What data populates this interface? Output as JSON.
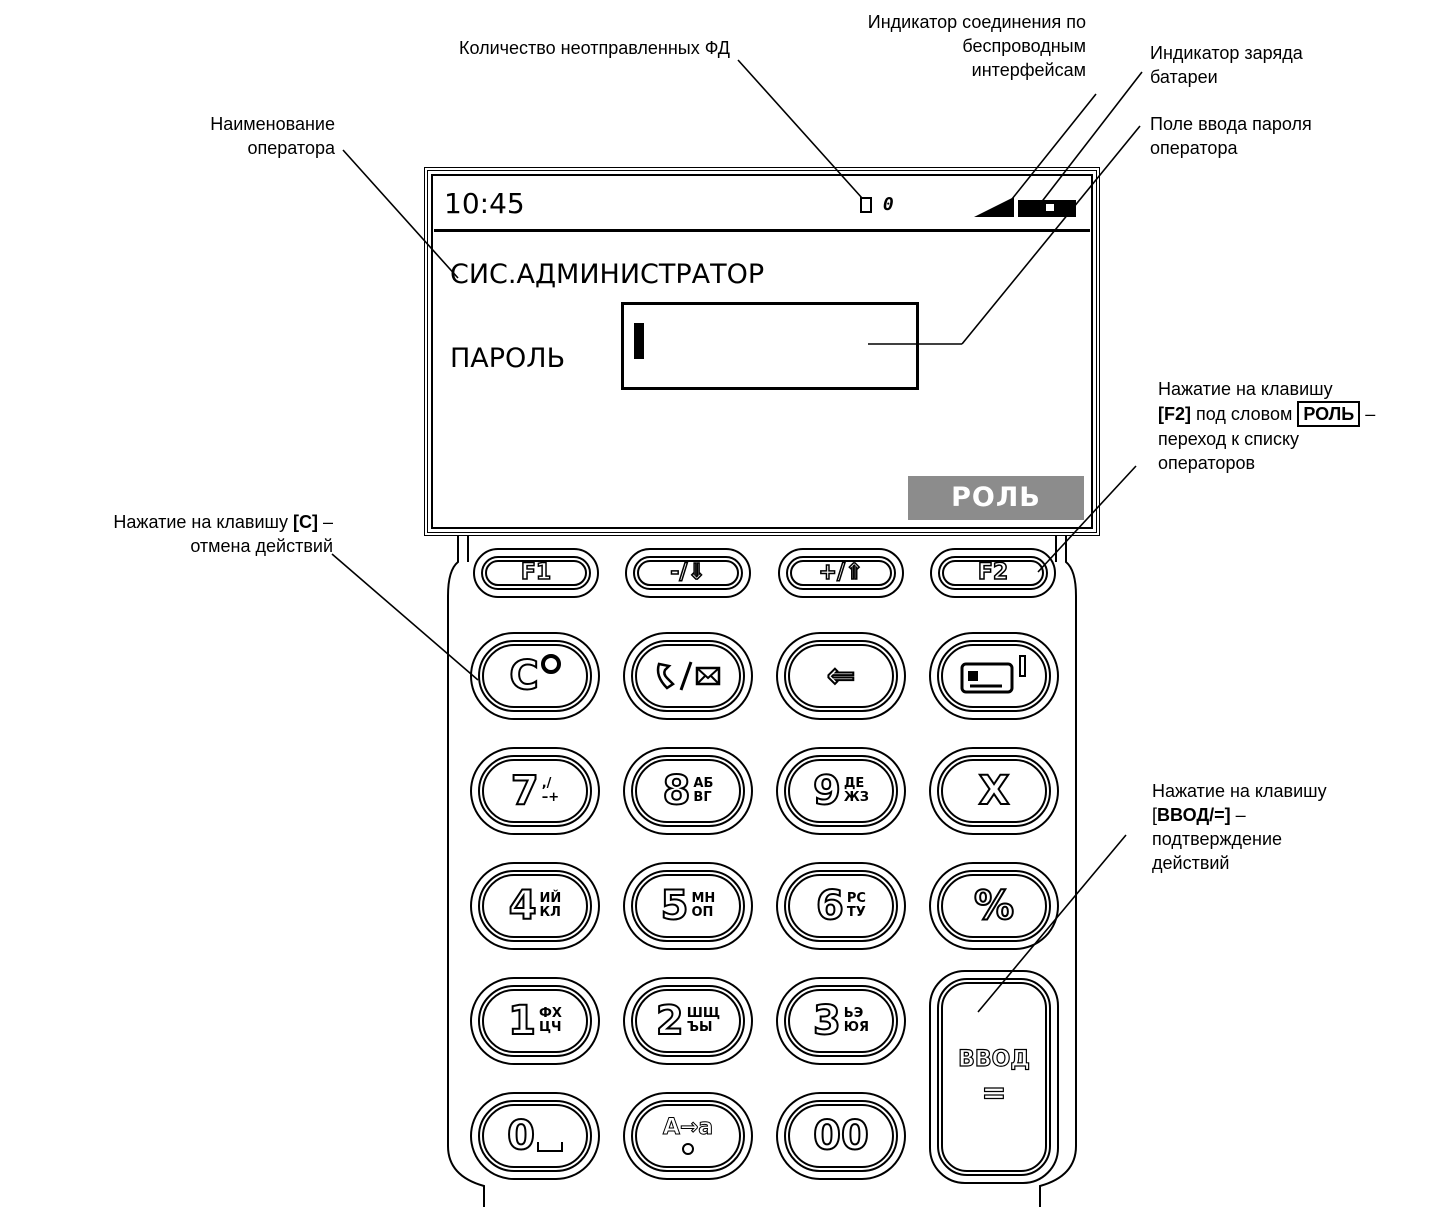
{
  "callouts": {
    "unsent_fd": "Количество неотправленных ФД",
    "wireless_1": "Индикатор соединения по",
    "wireless_2": "беспроводным",
    "wireless_3": "интерфейсам",
    "battery_1": "Индикатор заряда",
    "battery_2": "батареи",
    "password_1": "Поле ввода пароля",
    "password_2": "оператора",
    "operator_1": "Наименование",
    "operator_2": "оператора",
    "f2_1": "Нажатие на клавишу",
    "f2_key": "[F2]",
    "f2_mid": " под словом ",
    "f2_word": "РОЛЬ",
    "f2_dash": " –",
    "f2_3": "переход к списку",
    "f2_4": "операторов",
    "c_pre": "Нажатие на клавишу ",
    "c_key": "[C]",
    "c_dash": " –",
    "c_2": "отмена действий",
    "enter_1": "Нажатие на клавишу",
    "enter_open": "[",
    "enter_key": "ВВОД/=]",
    "enter_dash": " –",
    "enter_3": "подтверждение",
    "enter_4": "действий"
  },
  "screen": {
    "time": "10:45",
    "unsent_count": "0",
    "operator_name": "СИС.АДМИНИСТРАТОР",
    "password_label": "ПАРОЛЬ",
    "role_button": "РОЛЬ"
  },
  "keys": {
    "f1": "F1",
    "minus_down": "-/⇓",
    "plus_up": "+/⇑",
    "f2": "F2",
    "c": "C",
    "arrow_left": "⇐",
    "k7": "7",
    "k7_sub_1": ",/",
    "k7_sub_2": "–+",
    "k8": "8",
    "k8_sub_1": "АБ",
    "k8_sub_2": "ВГ",
    "k9": "9",
    "k9_sub_1": "ДЕ",
    "k9_sub_2": "ЖЗ",
    "x": "X",
    "k4": "4",
    "k4_sub_1": "ИЙ",
    "k4_sub_2": "КЛ",
    "k5": "5",
    "k5_sub_1": "МН",
    "k5_sub_2": "ОП",
    "k6": "6",
    "k6_sub_1": "РС",
    "k6_sub_2": "ТУ",
    "percent": "%",
    "k1": "1",
    "k1_sub_1": "ФХ",
    "k1_sub_2": "ЦЧ",
    "k2": "2",
    "k2_sub_1": "ШЩ",
    "k2_sub_2": "ЪЫ",
    "k3": "3",
    "k3_sub_1": "ЬЭ",
    "k3_sub_2": "ЮЯ",
    "enter_1": "ВВОД",
    "enter_2": "=",
    "k0": "0",
    "case": "А→а",
    "k00": "00"
  }
}
